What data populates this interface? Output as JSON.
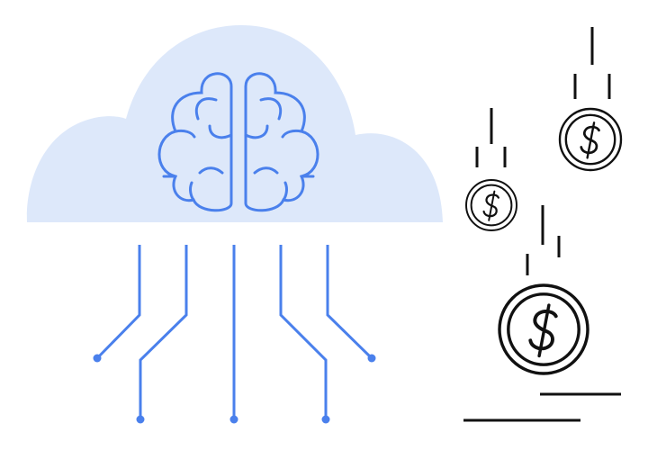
{
  "illustration": {
    "subject": "cloud-ai-brain-with-falling-coins",
    "colors": {
      "cloud_fill": "#dde8fa",
      "accent_blue": "#4a80ec",
      "coin_stroke": "#111111"
    },
    "icons": [
      "cloud-icon",
      "brain-icon",
      "circuit-lines-icon",
      "dollar-coin-icon"
    ],
    "coin_count": 3,
    "circuit_line_count": 5
  }
}
